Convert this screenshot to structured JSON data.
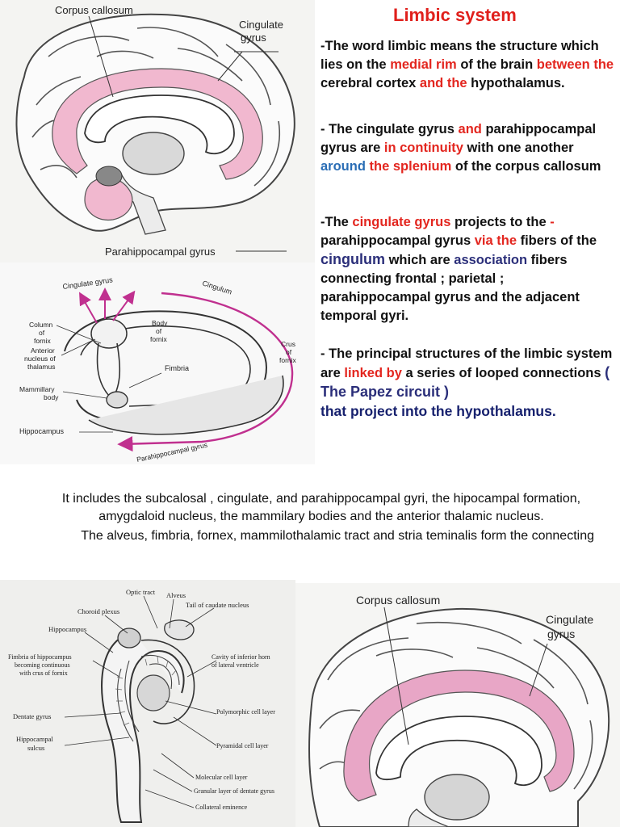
{
  "slide": {
    "title": "Limbic system",
    "p1": {
      "a": "-The word limbic means the structure which lies on the ",
      "b": "medial rim",
      "c": " of the brain ",
      "d": "between the",
      "e": " cerebral cortex ",
      "f": "and the",
      "g": " hypothalamus."
    },
    "p2": {
      "a": "- The cingulate gyrus ",
      "b": "and",
      "c": " parahippocampal gyrus are ",
      "d": "in continuity",
      "e": " with one another ",
      "f": "around",
      "g": " ",
      "h": "the splenium",
      "i": " of the corpus callosum"
    },
    "p3": {
      "a": "-The ",
      "b": "cingulate gyrus",
      "c": " projects to the ",
      "d": "-",
      "e": " parahippocampal gyrus ",
      "f": "via the",
      "g": " fibers of the ",
      "h": "cingulum",
      "i": " which are ",
      "j": "association",
      "k": " fibers connecting frontal ; parietal ; parahippocampal gyrus and the adjacent temporal gyri."
    },
    "p4": {
      "a": "- The principal structures of the limbic system are ",
      "b": "linked by",
      "c": " a series of looped connections ",
      "d": "( The Papez circuit )",
      "e": "that project into the hypothalamus."
    },
    "bottom": {
      "line1": "It includes the subcalosal , cingulate, and parahippocampal gyri, the hipocampal formation, amygdaloid nucleus, the mammilary bodies and the anterior thalamic nucleus.",
      "line2": "The alveus, fimbria, fornex, mammilothalamic tract and stria teminalis form the connecting"
    }
  },
  "fig1": {
    "corpus_callosum": "Corpus callosum",
    "cingulate_gyrus_1": "Cingulate",
    "cingulate_gyrus_2": "gyrus",
    "parahippocampal_gyrus": "Parahippocampal gyrus",
    "highlight_color": "#f1b8cf"
  },
  "fig2": {
    "cingulate_gyrus": "Cingulate gyrus",
    "cingulum": "Cingulum",
    "column_1": "Column",
    "column_2": "of",
    "column_3": "fornix",
    "anterior_1": "Anterior",
    "anterior_2": "nucleus of",
    "anterior_3": "thalamus",
    "body_1": "Body",
    "body_2": "of",
    "body_3": "fornix",
    "crus_1": "Crus",
    "crus_2": "of",
    "crus_3": "fornix",
    "fimbria": "Fimbria",
    "mammillary_1": "Mammillary",
    "mammillary_2": "body",
    "hippocampus": "Hippocampus",
    "parahippocampal_gyrus": "Parahippocampal gyrus",
    "arrow_color": "#c0308f"
  },
  "fig3": {
    "optic_tract": "Optic tract",
    "alveus": "Alveus",
    "choroid_plexus": "Choroid plexus",
    "tail_caudate": "Tail of caudate nucleus",
    "hippocampus": "Hippocampus",
    "fimbria_1": "Fimbria of hippocampus",
    "fimbria_2": "becoming continuous",
    "fimbria_3": "with crus of fornix",
    "cavity_1": "Cavity of inferior horn",
    "cavity_2": "of lateral ventricle",
    "dentate_gyrus": "Dentate gyrus",
    "polymorphic": "Polymorphic cell layer",
    "hippocampal_sulcus_1": "Hippocampal",
    "hippocampal_sulcus_2": "sulcus",
    "pyramidal": "Pyramidal cell layer",
    "molecular": "Molecular cell layer",
    "granular": "Granular layer of dentate gyrus",
    "collateral": "Collateral eminence"
  },
  "fig4": {
    "corpus_callosum": "Corpus callosum",
    "cingulate_1": "Cingulate",
    "cingulate_2": "gyrus",
    "highlight_color": "#e8a6c6"
  }
}
